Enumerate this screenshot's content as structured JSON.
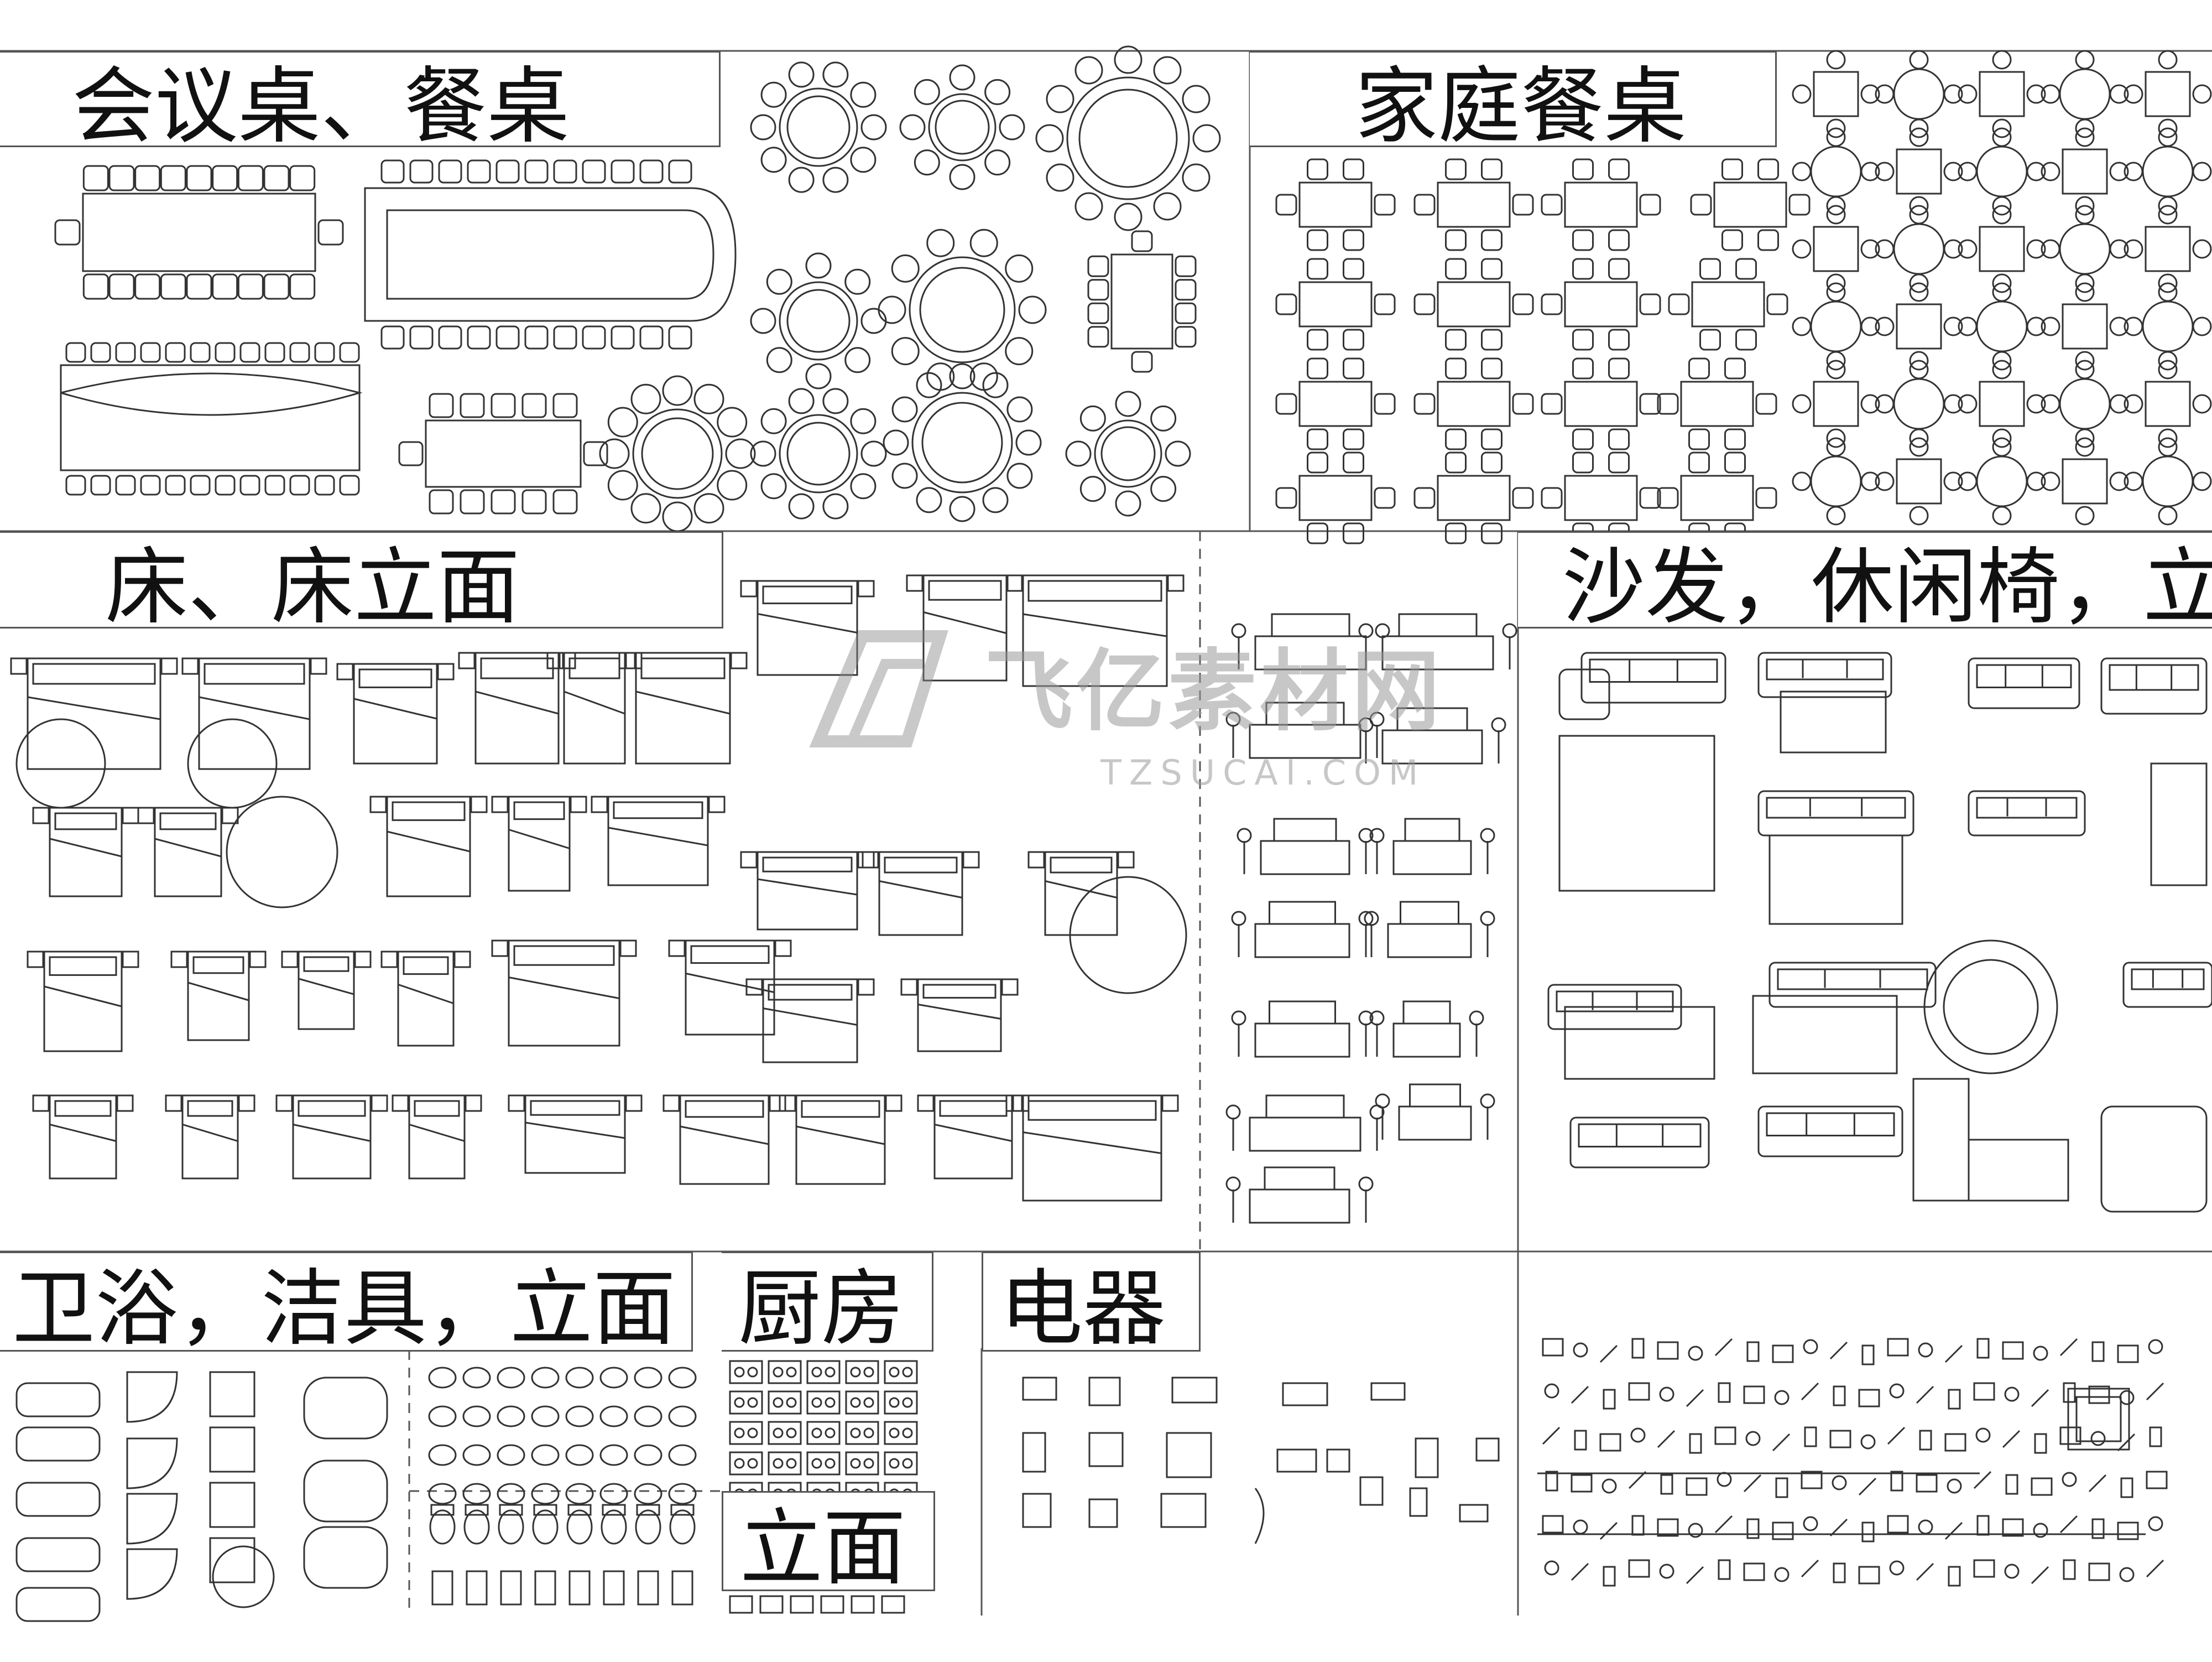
{
  "titles": {
    "conference": "会议桌、餐桌",
    "family_dining": "家庭餐桌",
    "bed": "床、床立面",
    "sofa": "沙发，休闲椅，立",
    "bathroom": "卫浴，洁具，立面",
    "kitchen": "厨房",
    "appliance": "电器",
    "elevation": "立面"
  },
  "watermark": {
    "brand": "飞亿素材网",
    "url": "TZSUCAI.COM"
  },
  "colors": {
    "line": "#333333",
    "frame": "#555555",
    "watermark": "#9a9a9a"
  }
}
